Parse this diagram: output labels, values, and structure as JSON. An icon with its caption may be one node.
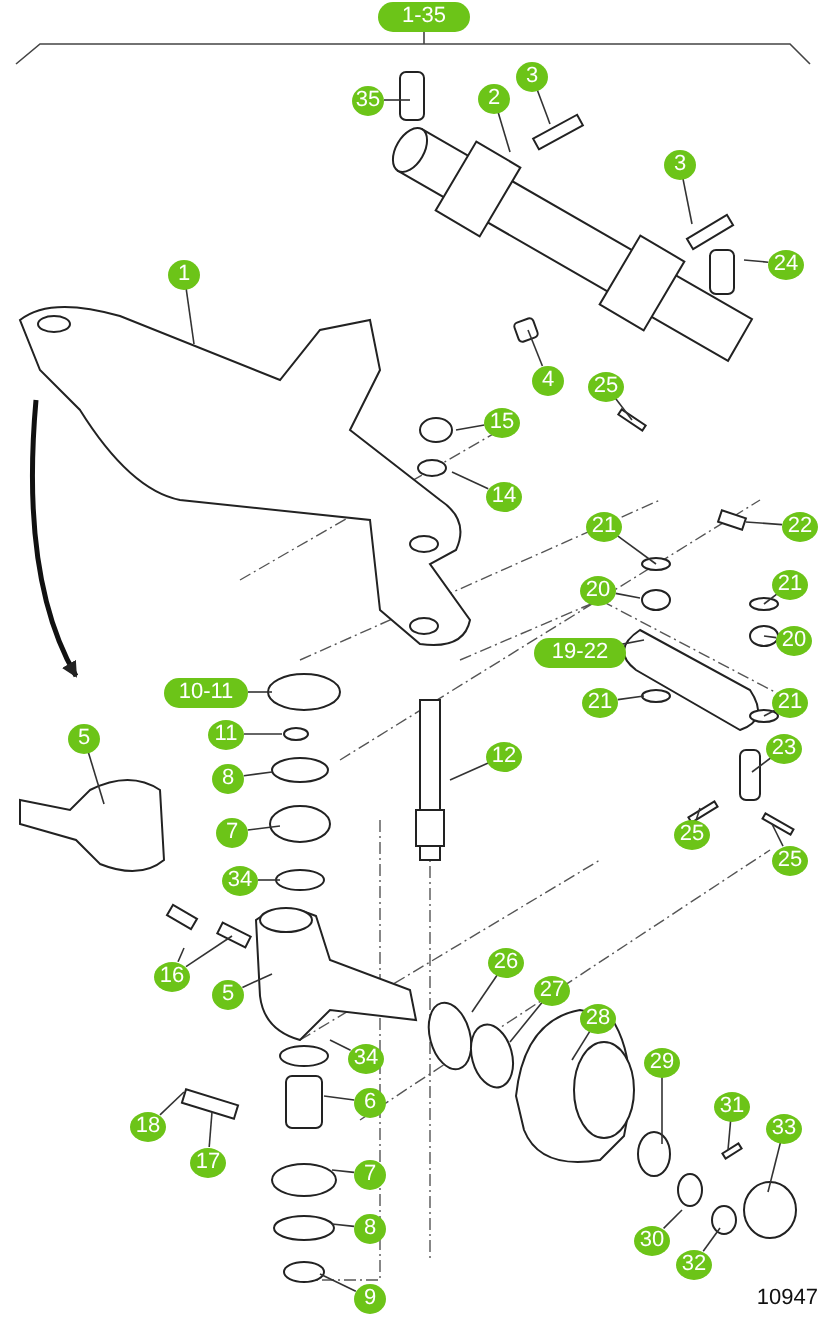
{
  "diagram": {
    "nodes": [
      {
        "text": [
          "1-35"
        ]
      },
      {
        "text": [
          "35"
        ]
      },
      {
        "text": [
          "2"
        ]
      },
      {
        "text": [
          "3"
        ]
      },
      {
        "text": [
          "3"
        ]
      },
      {
        "text": [
          "24"
        ]
      },
      {
        "text": [
          "1"
        ]
      },
      {
        "text": [
          "4"
        ]
      },
      {
        "text": [
          "25"
        ]
      },
      {
        "text": [
          "15"
        ]
      },
      {
        "text": [
          "14"
        ]
      },
      {
        "text": [
          "21"
        ]
      },
      {
        "text": [
          "22"
        ]
      },
      {
        "text": [
          "20"
        ]
      },
      {
        "text": [
          "21"
        ]
      },
      {
        "text": [
          "19-22"
        ]
      },
      {
        "text": [
          "20"
        ]
      },
      {
        "text": [
          "21"
        ]
      },
      {
        "text": [
          "21"
        ]
      },
      {
        "text": [
          "23"
        ]
      },
      {
        "text": [
          "25"
        ]
      },
      {
        "text": [
          "25"
        ]
      },
      {
        "text": [
          "10-11"
        ]
      },
      {
        "text": [
          "11"
        ]
      },
      {
        "text": [
          "8"
        ]
      },
      {
        "text": [
          "7"
        ]
      },
      {
        "text": [
          "34"
        ]
      },
      {
        "text": [
          "12"
        ]
      },
      {
        "text": [
          "5"
        ]
      },
      {
        "text": [
          "16"
        ]
      },
      {
        "text": [
          "5"
        ]
      },
      {
        "text": [
          "26"
        ]
      },
      {
        "text": [
          "27"
        ]
      },
      {
        "text": [
          "28"
        ]
      },
      {
        "text": [
          "34"
        ]
      },
      {
        "text": [
          "29"
        ]
      },
      {
        "text": [
          "18"
        ]
      },
      {
        "text": [
          "6"
        ]
      },
      {
        "text": [
          "17"
        ]
      },
      {
        "text": [
          "31"
        ]
      },
      {
        "text": [
          "33"
        ]
      },
      {
        "text": [
          "7"
        ]
      },
      {
        "text": [
          "30"
        ]
      },
      {
        "text": [
          "32"
        ]
      },
      {
        "text": [
          "8"
        ]
      },
      {
        "text": [
          "9"
        ]
      }
    ],
    "edges": [
      {
        "from": 1,
        "to": null,
        "arrow": "none"
      },
      {
        "from": 2,
        "to": null,
        "arrow": "none"
      },
      {
        "from": 3,
        "to": null,
        "arrow": "none"
      },
      {
        "from": 4,
        "to": null,
        "arrow": "none"
      },
      {
        "from": 5,
        "to": null,
        "arrow": "none"
      },
      {
        "from": 6,
        "to": null,
        "arrow": "none"
      },
      {
        "from": 7,
        "to": null,
        "arrow": "none"
      },
      {
        "from": 8,
        "to": null,
        "arrow": "none"
      },
      {
        "from": 9,
        "to": null,
        "arrow": "none"
      },
      {
        "from": 10,
        "to": null,
        "arrow": "none"
      },
      {
        "from": 11,
        "to": null,
        "arrow": "none"
      },
      {
        "from": 12,
        "to": null,
        "arrow": "none"
      },
      {
        "from": 13,
        "to": null,
        "arrow": "none"
      },
      {
        "from": 14,
        "to": null,
        "arrow": "none"
      },
      {
        "from": 15,
        "to": null,
        "arrow": "none"
      },
      {
        "from": 16,
        "to": null,
        "arrow": "none"
      },
      {
        "from": 17,
        "to": null,
        "arrow": "none"
      },
      {
        "from": 18,
        "to": null,
        "arrow": "none"
      },
      {
        "from": 19,
        "to": null,
        "arrow": "none"
      },
      {
        "from": 20,
        "to": null,
        "arrow": "none"
      },
      {
        "from": 21,
        "to": null,
        "arrow": "none"
      },
      {
        "from": 22,
        "to": null,
        "arrow": "none"
      },
      {
        "from": 23,
        "to": null,
        "arrow": "none"
      },
      {
        "from": 24,
        "to": null,
        "arrow": "none"
      },
      {
        "from": 25,
        "to": null,
        "arrow": "none"
      },
      {
        "from": 26,
        "to": null,
        "arrow": "none"
      },
      {
        "from": 27,
        "to": null,
        "arrow": "none"
      },
      {
        "from": 28,
        "to": null,
        "arrow": "none"
      },
      {
        "from": 29,
        "to": null,
        "arrow": "none"
      },
      {
        "from": 29,
        "to": null,
        "arrow": "none"
      },
      {
        "from": 30,
        "to": null,
        "arrow": "none"
      },
      {
        "from": 31,
        "to": null,
        "arrow": "none"
      },
      {
        "from": 32,
        "to": null,
        "arrow": "none"
      },
      {
        "from": 33,
        "to": null,
        "arrow": "none"
      },
      {
        "from": 34,
        "to": null,
        "arrow": "none"
      },
      {
        "from": 35,
        "to": null,
        "arrow": "none"
      },
      {
        "from": 36,
        "to": null,
        "arrow": "none"
      },
      {
        "from": 37,
        "to": null,
        "arrow": "none"
      },
      {
        "from": 38,
        "to": null,
        "arrow": "none"
      },
      {
        "from": 39,
        "to": null,
        "arrow": "none"
      },
      {
        "from": 40,
        "to": null,
        "arrow": "none"
      },
      {
        "from": 41,
        "to": null,
        "arrow": "none"
      },
      {
        "from": 42,
        "to": null,
        "arrow": "none"
      },
      {
        "from": 43,
        "to": null,
        "arrow": "none"
      },
      {
        "from": 44,
        "to": null,
        "arrow": "none"
      },
      {
        "from": 45,
        "to": null,
        "arrow": "none"
      }
    ],
    "labels": [
      "10947"
    ]
  }
}
